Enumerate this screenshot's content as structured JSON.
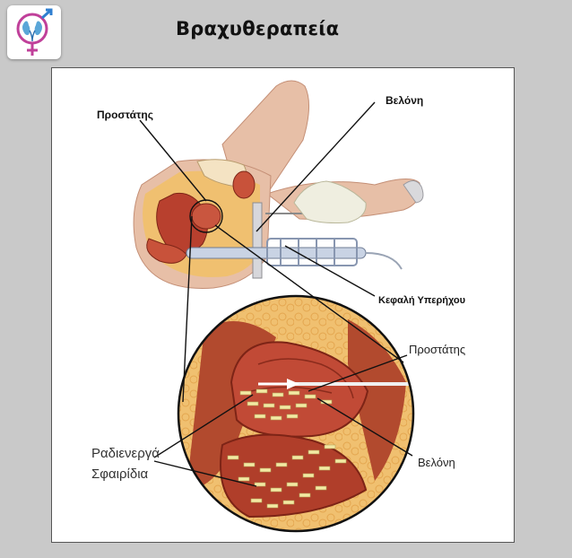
{
  "header": {
    "title": "Βραχυθεραπεία",
    "logo_icon": "male-female-kidney-logo-icon"
  },
  "diagram": {
    "labels": {
      "prostate_top": "Προστάτης",
      "needle_top": "Βελόνη",
      "ultrasound_head": "Κεφαλή Υπερήχου",
      "prostate_zoom": "Προστάτης",
      "needle_zoom": "Βελόνη",
      "seeds_line1": "Ραδιενεργά",
      "seeds_line2": "Σφαιρίδια"
    }
  },
  "colors": {
    "background": "#c9c9c9",
    "tissue_fat": "#f0c070",
    "tissue_muscle": "#b8402e",
    "skin": "#e7bfa7",
    "seed": "#f3e9a3",
    "logo_female": "#c0409a",
    "logo_male": "#2f7fd0"
  }
}
